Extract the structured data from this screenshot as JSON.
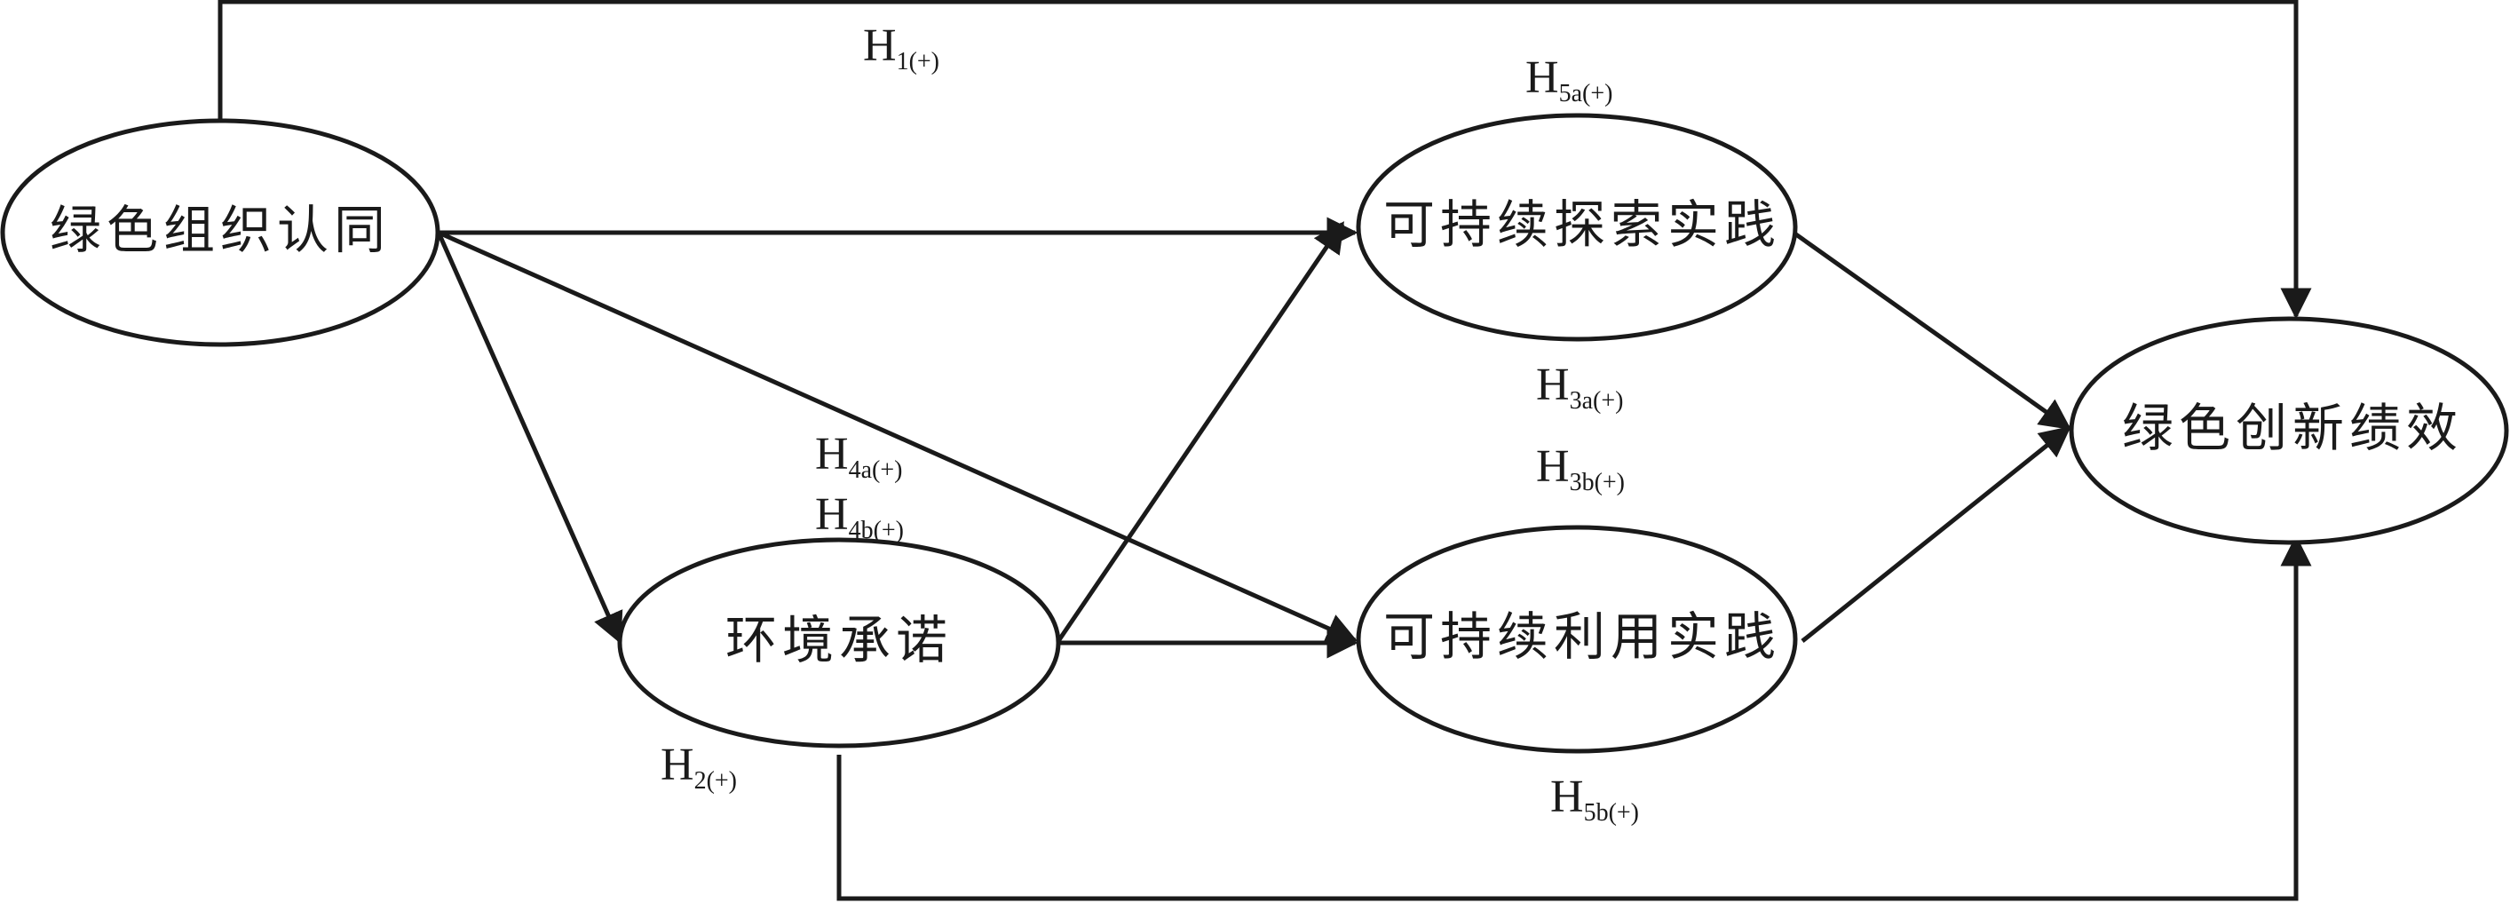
{
  "colors": {
    "stroke": "#1a1a1a",
    "background": "#ffffff"
  },
  "nodes": {
    "gi": {
      "label": "绿色组织认同"
    },
    "ec": {
      "label": "环境承诺"
    },
    "sep": {
      "label": "可持续探索实践"
    },
    "sup": {
      "label": "可持续利用实践"
    },
    "gip": {
      "label": "绿色创新绩效"
    }
  },
  "hypotheses": {
    "h1": {
      "main": "H",
      "sub": "1(+)"
    },
    "h2": {
      "main": "H",
      "sub": "2(+)"
    },
    "h3a": {
      "main": "H",
      "sub": "3a(+)"
    },
    "h3b": {
      "main": "H",
      "sub": "3b(+)"
    },
    "h4a": {
      "main": "H",
      "sub": "4a(+)"
    },
    "h4b": {
      "main": "H",
      "sub": "4b(+)"
    },
    "h5a": {
      "main": "H",
      "sub": "5a(+)"
    },
    "h5b": {
      "main": "H",
      "sub": "5b(+)"
    }
  }
}
